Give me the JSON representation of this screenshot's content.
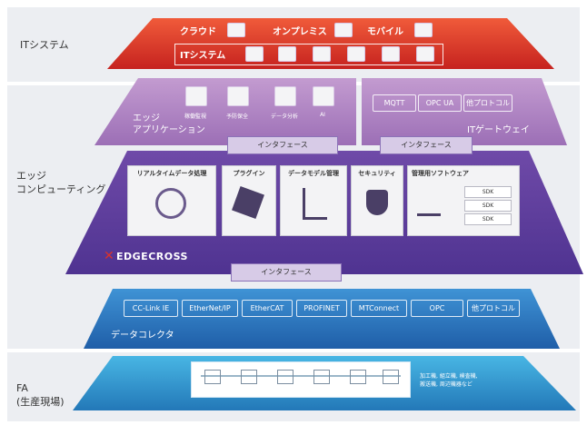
{
  "it_system": {
    "label": "ITシステム",
    "deploy": [
      "クラウド",
      "オンプレミス",
      "モバイル"
    ],
    "inner_label": "ITシステム"
  },
  "edge": {
    "label": "エッジ\nコンピューティング",
    "apps": {
      "label": "エッジ\nアプリケーション",
      "items": [
        "稼働監視",
        "予防保全",
        "データ分析",
        "AI"
      ]
    },
    "gateway": {
      "label": "ITゲートウェイ",
      "protocols": [
        "MQTT",
        "OPC UA",
        "他プロトコル"
      ]
    },
    "interface_top": [
      "インタフェース",
      "インタフェース"
    ],
    "modules": {
      "realtime": "リアルタイムデータ処理",
      "plugin": "プラグイン",
      "datamodel": "データモデル管理",
      "security": "セキュリティ",
      "mgmt": "管理用ソフトウェア"
    },
    "sdk": [
      "SDK",
      "SDK",
      "SDK"
    ],
    "brand": "EDGECROSS",
    "interface_bottom": "インタフェース"
  },
  "collector": {
    "label": "データコレクタ",
    "items": [
      "CC-Link IE",
      "EtherNet/IP",
      "EtherCAT",
      "PROFINET",
      "MTConnect",
      "OPC",
      "他プロトコル"
    ]
  },
  "fa": {
    "label": "FA\n(生産現場)",
    "desc": "加工機, 組立機, 検査機,\n搬送機, 周辺機器など"
  },
  "colors": {
    "red": "#d9332a",
    "purple": "#5d3a9a",
    "lavender": "#b58dc4",
    "blue": "#2a78c0",
    "cyan": "#3aa3d8"
  }
}
